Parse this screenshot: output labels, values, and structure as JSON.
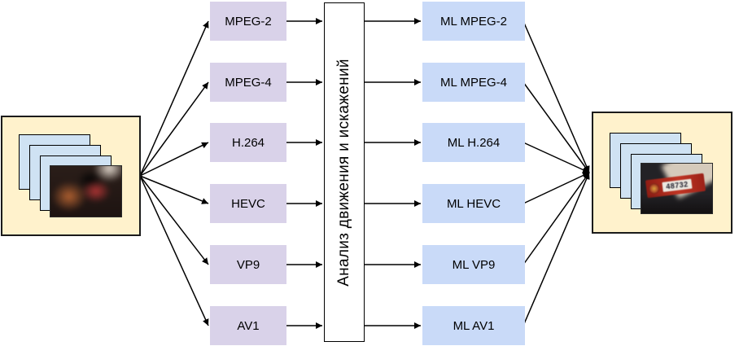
{
  "codecs": [
    "MPEG-2",
    "MPEG-4",
    "H.264",
    "HEVC",
    "VP9",
    "AV1"
  ],
  "ml_codecs": [
    "ML MPEG-2",
    "ML MPEG-4",
    "ML H.264",
    "ML HEVC",
    "ML VP9",
    "ML AV1"
  ],
  "analysis": {
    "label": "Анализ движения и искажений"
  },
  "output_video": {
    "ticket_number": "48732"
  },
  "colors": {
    "codec_box": "#d9d2e9",
    "ml_box": "#c9daf8",
    "video_box": "#fff2cc",
    "frame": "#cfe2f3",
    "analysis_box": "#ffffff",
    "connector": "#000000"
  }
}
